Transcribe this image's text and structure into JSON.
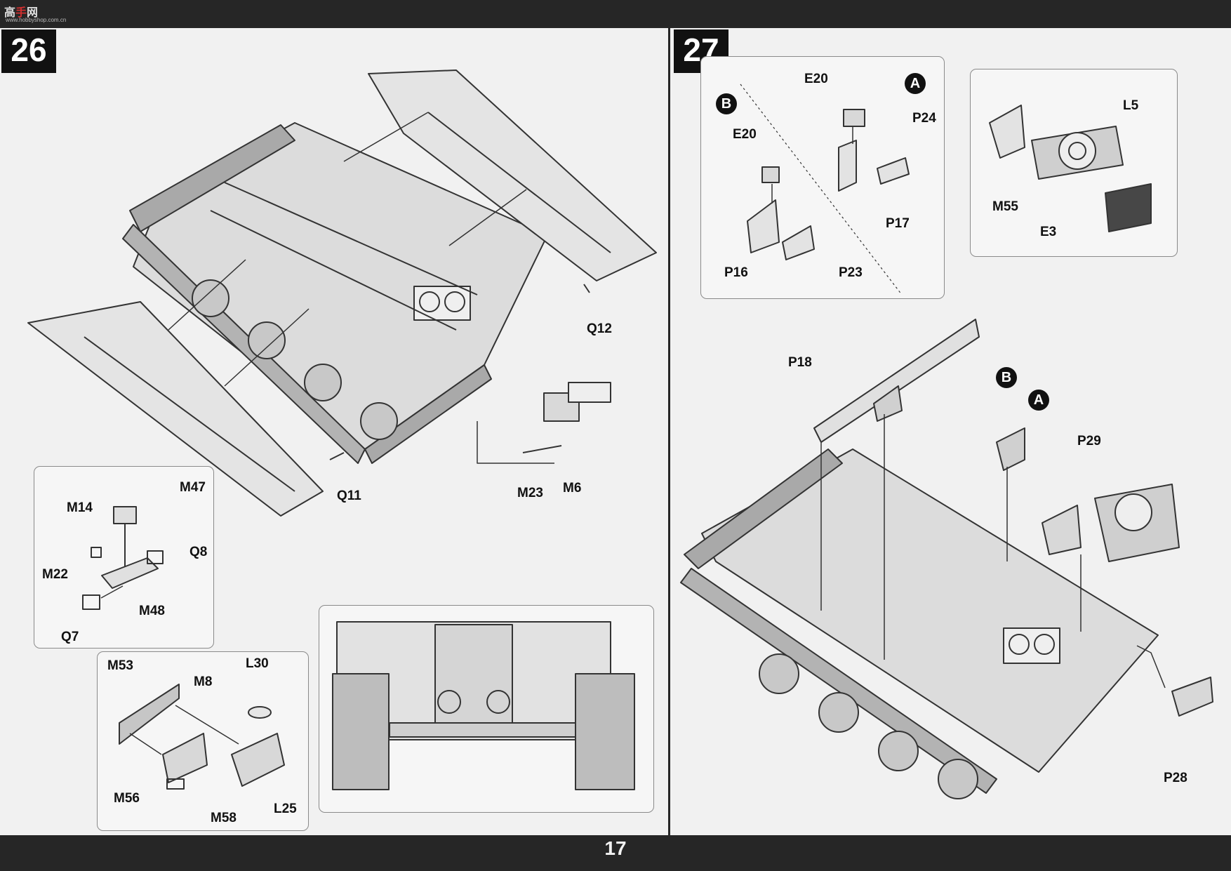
{
  "header": {
    "logo_main": "高",
    "logo_accent": "手",
    "logo_tail": "网",
    "logo_url": "www.hobbyshop.com.cn"
  },
  "footer": {
    "page_number": "17"
  },
  "step26": {
    "number": "26",
    "labels": {
      "q12": "Q12",
      "q11": "Q11",
      "m23": "M23",
      "m6": "M6"
    },
    "subpanel_1": {
      "m47": "M47",
      "m14": "M14",
      "q8": "Q8",
      "m22": "M22",
      "m48": "M48",
      "q7": "Q7"
    },
    "subpanel_2": {
      "m53": "M53",
      "m8": "M8",
      "l30": "L30",
      "m56": "M56",
      "m58": "M58",
      "l25": "L25"
    }
  },
  "step27": {
    "number": "27",
    "subpanel_ab": {
      "e20_a": "E20",
      "e20_b": "E20",
      "p24": "P24",
      "p17": "P17",
      "p16": "P16",
      "p23": "P23",
      "marker_a": "A",
      "marker_b": "B"
    },
    "subpanel_l5": {
      "l5": "L5",
      "m55": "M55",
      "e3": "E3"
    },
    "main": {
      "p18": "P18",
      "marker_b": "B",
      "marker_a": "A",
      "p29": "P29",
      "p28": "P28"
    }
  }
}
